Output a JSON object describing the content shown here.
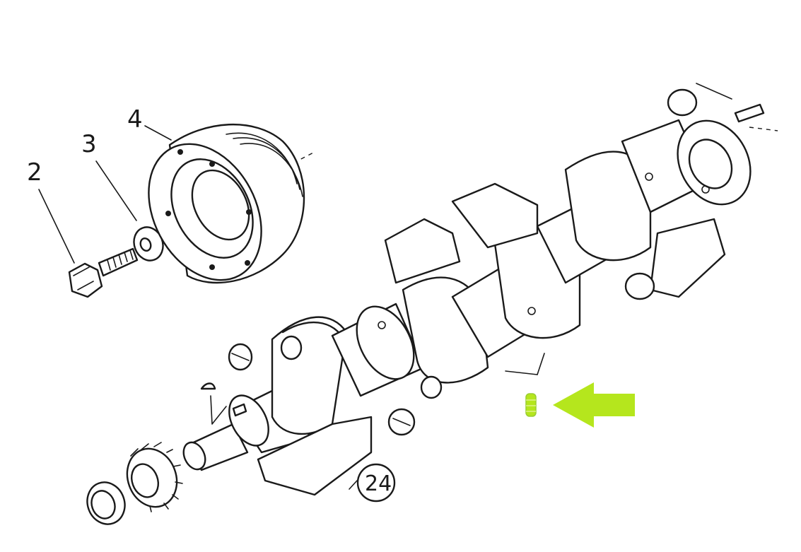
{
  "callouts": {
    "bolt": "2",
    "washer": "3",
    "pulley": "4",
    "main_bearing_shell_ref": "24"
  },
  "highlight": {
    "color": "#b5e61d",
    "arrow_color": "#b5e61d"
  }
}
